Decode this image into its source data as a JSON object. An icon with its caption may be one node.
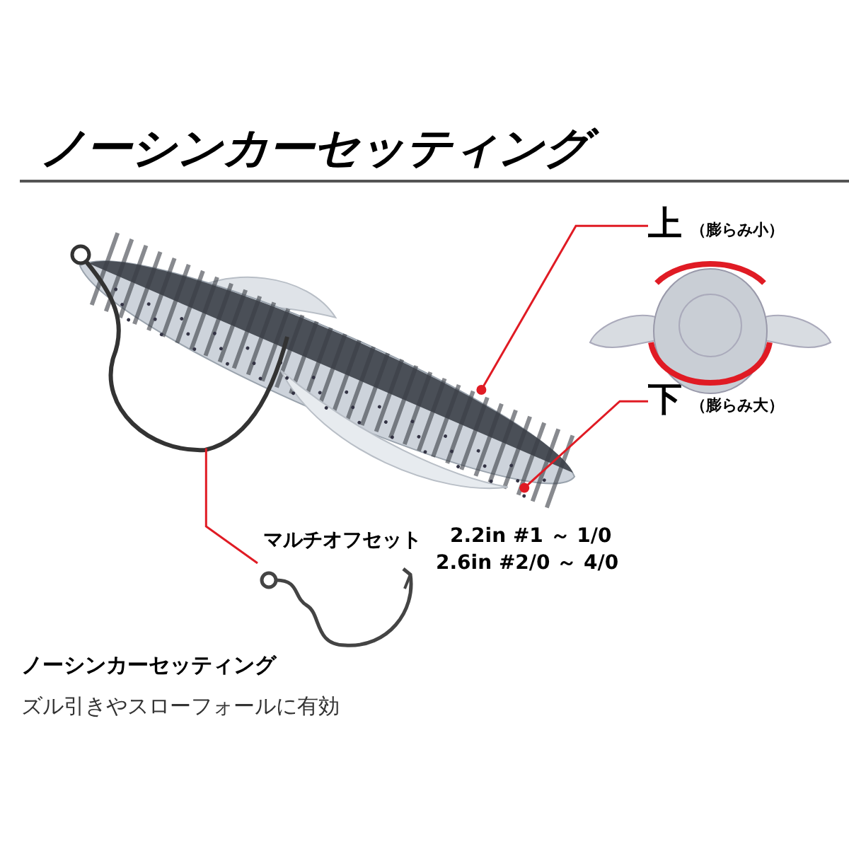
{
  "diagram": {
    "title": "ノーシンカーセッティング",
    "nodes": [
      {
        "text": [
          "上"
        ],
        "beside": [
          "（膨らみ小）"
        ]
      },
      {
        "text": [
          "下"
        ],
        "beside": [
          "（膨らみ大）"
        ]
      },
      {
        "text": [],
        "shape": "picture"
      },
      {
        "text": [],
        "shape": "picture"
      },
      {
        "text": [],
        "shape": "picture"
      }
    ],
    "edges": [
      {
        "from": 0,
        "to": 2,
        "arrow": "other"
      },
      {
        "from": 1,
        "to": 2,
        "arrow": "other"
      },
      {
        "from": 3,
        "to": 4,
        "arrow": "none"
      }
    ],
    "labels": [
      "マルチオフセット",
      "2.2in #1 ～ 1/0",
      "2.6in #2/0 ～ 4/0",
      "ノーシンカーセッティング",
      "ズル引きやスローフォールに有効"
    ]
  }
}
